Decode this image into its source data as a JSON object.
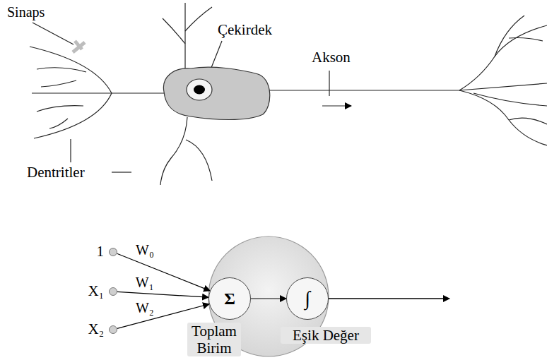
{
  "diagram": {
    "nodes": [
      {
        "text": [
          "1"
        ]
      },
      {
        "text": [
          "X₁"
        ]
      },
      {
        "text": [
          "X₂"
        ]
      },
      {
        "text": [
          "Σ",
          "Toplam Birim"
        ]
      },
      {
        "text": [
          "∫",
          "Eşik Değer"
        ]
      }
    ],
    "edges": [
      {
        "from": 0,
        "to": 3,
        "label": "W₀",
        "arrow": "to"
      },
      {
        "from": 1,
        "to": 3,
        "label": "W₁",
        "arrow": "to"
      },
      {
        "from": 2,
        "to": 3,
        "label": "W₂",
        "arrow": "to"
      },
      {
        "from": 3,
        "to": 4,
        "arrow": "to"
      }
    ],
    "labels": [
      "Sinaps",
      "Çekirdek",
      "Akson",
      "Dentritler"
    ]
  }
}
